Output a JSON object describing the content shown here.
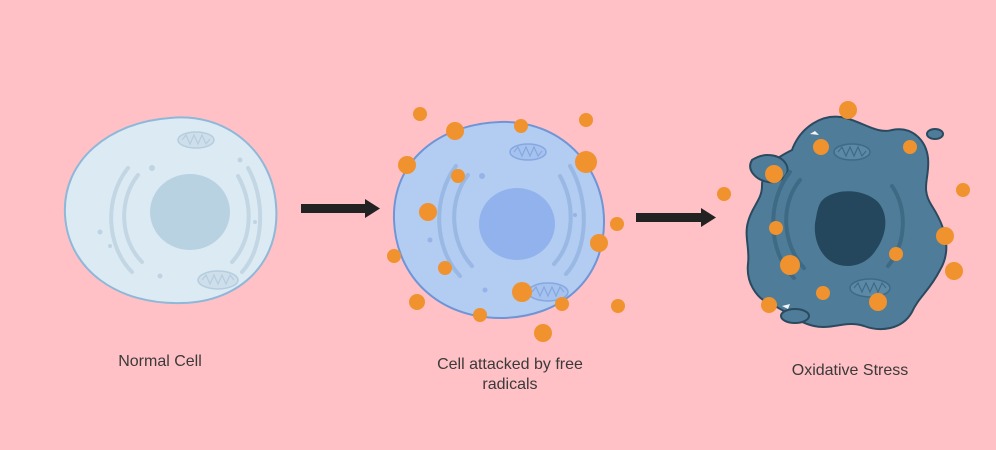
{
  "captions": {
    "normal_cell": "Normal Cell",
    "attacked_cell_line1": "Cell attacked by free",
    "attacked_cell_line2": "radicals",
    "oxidative_stress": "Oxidative Stress"
  },
  "colors": {
    "background": "#FFC1C6",
    "normal_cell_fill": "#DCEAF4",
    "normal_cell_outline": "#8FB8D8",
    "attacked_cell_fill": "#B2CCF2",
    "attacked_cell_outline": "#6F95D6",
    "stressed_cell_fill": "#4F7D99",
    "stressed_cell_outline": "#2A4A60",
    "free_radical": "#F0922E",
    "arrow": "#222222"
  },
  "icons": {
    "arrow_1": "right-arrow-icon",
    "arrow_2": "right-arrow-icon",
    "free_radical": "free-radical-dot-icon"
  }
}
